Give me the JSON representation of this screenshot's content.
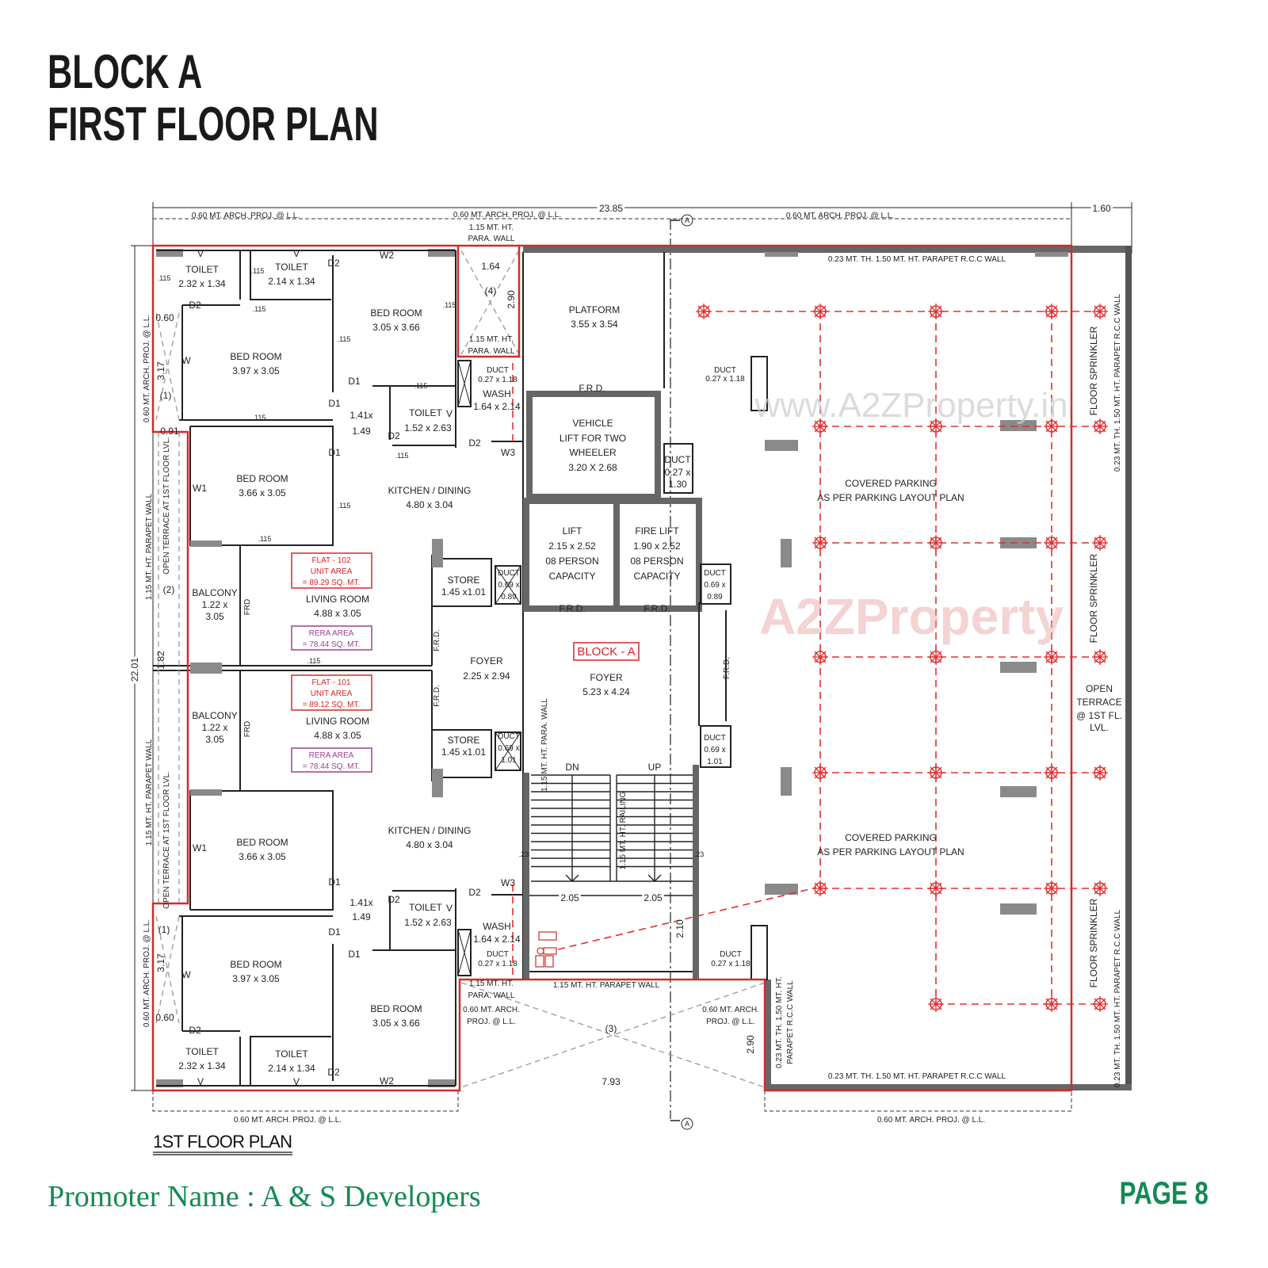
{
  "header": {
    "line1": "BLOCK A",
    "line2": "FIRST FLOOR PLAN"
  },
  "footer": {
    "promoter": "Promoter Name : A & S Developers",
    "page": "PAGE 8"
  },
  "colors": {
    "footer_green": "#148a55",
    "flat_outline_red": "#d42a2a",
    "rera_purple": "#a04090",
    "sprinkler_red": "#e03030"
  },
  "watermarks": {
    "url": "www.A2ZProperty.in",
    "logo": "A2ZProperty"
  },
  "plan": {
    "caption": "1ST FLOOR PLAN",
    "section_marker": "A",
    "dims": {
      "overall_width": "23.85",
      "right_width": "1.60",
      "overall_depth": "22.01",
      "arch_proj": "0.60 MT. ARCH. PROJ. @ L.L.",
      "para_wall_1": "1.15 MT. HT.",
      "para_wall_2": "PARA. WALL",
      "shaft_w": "1.64",
      "shaft_h": "2.90",
      "shaft_top_no": "(4)",
      "shaft_bottom_no": "(3)",
      "shaft_bottom_w": "7.93",
      "left_shaft_1": "(1)",
      "left_shaft_2": "(2)",
      "left_317": "3.17",
      "left_060": "0.60",
      "left_091": "0.91",
      "left_182": "1.82",
      "stair_w": "2.05",
      "stair_landing": "2.10",
      "stair_wall": ".23",
      "wall_115": ".115",
      "parapet_rcc": "0.23 MT. TH. 1.50 MT. HT. PARAPET R.C.C WALL",
      "parapet_rcc_1": "0.23 MT. TH. 1.50 MT. HT.",
      "parapet_rcc_2": "PARAPET R.C.C WALL",
      "parapet_wall": "1.15 MT. HT. PARAPET WALL",
      "arch_proj_1": "0.60 MT. ARCH.",
      "arch_proj_2": "PROJ. @ L.L.",
      "open_terrace_left": "OPEN TERRACE AT 1ST FLOOR LVL.",
      "railing": "1.15 MT. HT. RAILING",
      "para_wall_v": "1.15 MT. HT. PARA. WALL"
    },
    "marks": {
      "V": "V",
      "D1": "D1",
      "D2": "D2",
      "W": "W",
      "W1": "W1",
      "W2": "W2",
      "W3": "W3",
      "FRD": "F.R.D.",
      "FRD_short": "FRD",
      "DN": "DN",
      "UP": "UP"
    },
    "rooms": {
      "toilet": "TOILET",
      "toilet_a": "2.32 x 1.34",
      "toilet_b": "2.14 x 1.34",
      "toilet_c": "1.52 x 2.63",
      "bed": "BED ROOM",
      "bed_a": "3.05 x 3.66",
      "bed_b": "3.97 x 3.05",
      "bed_c": "3.66 x 3.05",
      "passage_1": "1.41x",
      "passage_2": "1.49",
      "wash": "WASH",
      "wash_dim": "1.64 x 2.14",
      "duct": "DUCT",
      "duct_a": "0.27 x 1.18",
      "duct_b_1": "0.27 x",
      "duct_b_2": "1.30",
      "duct_c_1": "0.69 x",
      "duct_c_2": "0.89",
      "duct_d_2": "1.01",
      "kitchen": "KITCHEN / DINING",
      "kitchen_dim": "4.80 x 3.04",
      "living": "LIVING ROOM",
      "living_dim": "4.88 x 3.05",
      "balcony": "BALCONY",
      "balcony_1": "1.22 x",
      "balcony_2": "3.05",
      "store": "STORE",
      "store_dim": "1.45 x1.01",
      "foyer": "FOYER",
      "foyer_a": "2.25 x 2.94",
      "foyer_b": "5.23 x 4.24",
      "block": "BLOCK - A",
      "platform": "PLATFORM",
      "platform_dim": "3.55 x 3.54",
      "vlift_1": "VEHICLE",
      "vlift_2": "LIFT FOR TWO",
      "vlift_3": "WHEELER",
      "vlift_4": "3.20 X 2.68",
      "lift": "LIFT",
      "lift_dim": "2.15 x 2.52",
      "fire_lift": "FIRE LIFT",
      "fire_lift_dim": "1.90 x 2.52",
      "capacity_1": "08 PERSON",
      "capacity_2": "CAPACITY",
      "parking_1": "COVERED PARKING",
      "parking_2": "AS PER PARKING LAYOUT PLAN",
      "sprinkler": "FLOOR SPRINKLER",
      "terrace_1": "OPEN",
      "terrace_2": "TERRACE",
      "terrace_3": "@ 1ST FL.",
      "terrace_4": "LVL."
    },
    "flats": [
      {
        "name": "FLAT - 102",
        "unit_label": "UNIT AREA",
        "unit_area": "= 89.29 SQ. MT.",
        "rera_label": "RERA AREA",
        "rera_area": "= 78.44 SQ. MT."
      },
      {
        "name": "FLAT - 101",
        "unit_label": "UNIT AREA",
        "unit_area": "= 89.12 SQ. MT.",
        "rera_label": "RERA AREA",
        "rera_area": "= 78.44 SQ. MT."
      }
    ]
  }
}
